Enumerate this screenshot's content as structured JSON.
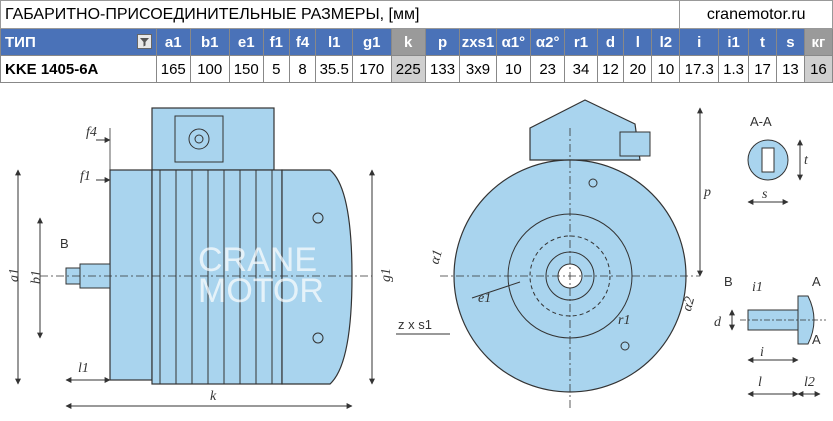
{
  "header": {
    "title": "ГАБАРИТНО-ПРИСОЕДИНИТЕЛЬНЫЕ РАЗМЕРЫ, [мм]",
    "site": "cranemotor.ru"
  },
  "table": {
    "type_header": "ТИП",
    "columns": [
      "a1",
      "b1",
      "e1",
      "f1",
      "f4",
      "l1",
      "g1",
      "k",
      "p",
      "zxs1",
      "α1°",
      "α2°",
      "r1",
      "d",
      "l",
      "l2",
      "i",
      "i1",
      "t",
      "s",
      "кг"
    ],
    "model": "KKE 1405-6A",
    "values": [
      "165",
      "100",
      "150",
      "5",
      "8",
      "35.5",
      "170",
      "225",
      "133",
      "3x9",
      "10",
      "23",
      "34",
      "12",
      "20",
      "10",
      "17.3",
      "1.3",
      "17",
      "13",
      "16"
    ],
    "highlight_color": "#4a72b8"
  },
  "drawing": {
    "watermark": [
      "CRANE",
      "MOTOR"
    ],
    "side_labels": {
      "f4": "f4",
      "f1": "f1",
      "B": "B",
      "a1": "a1",
      "b1": "b1",
      "g1": "g1",
      "l1": "l1",
      "k": "k"
    },
    "front_labels": {
      "p": "p",
      "alpha1": "α1",
      "alpha2": "α2",
      "e1": "e1",
      "r1": "r1",
      "zxs1": "z x s1"
    },
    "section": {
      "title": "A-A",
      "t": "t",
      "s": "s"
    },
    "shaft_labels": {
      "B": "B",
      "A_top": "A",
      "A_bottom": "A",
      "i1": "i1",
      "d": "d",
      "i": "i",
      "l": "l",
      "l2": "l2"
    },
    "motor_color": "#a9d4ee"
  }
}
